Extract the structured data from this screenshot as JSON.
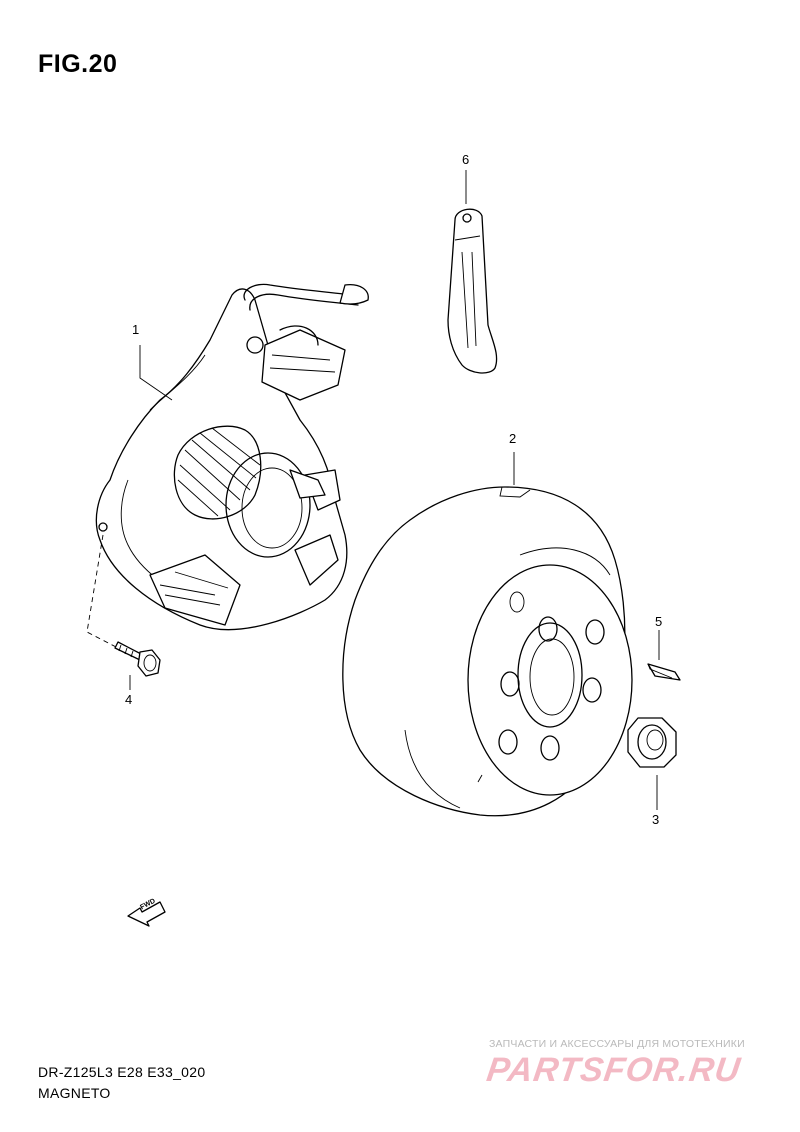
{
  "figure": {
    "title": "FIG.20"
  },
  "callouts": [
    {
      "id": "c1",
      "label": "1"
    },
    {
      "id": "c2",
      "label": "2"
    },
    {
      "id": "c3",
      "label": "3"
    },
    {
      "id": "c4",
      "label": "4"
    },
    {
      "id": "c5",
      "label": "5"
    },
    {
      "id": "c6",
      "label": "6"
    }
  ],
  "fwd_indicator": {
    "text": "FWD",
    "icon": "fwd-arrow-icon"
  },
  "footer": {
    "model_code": "DR-Z125L3 E28 E33_020",
    "section": "MAGNETO"
  },
  "watermark": {
    "tagline": "ЗАПЧАСТИ И АКСЕССУАРЫ ДЛЯ МОТОТЕХНИКИ",
    "logo": "PARTSFOR.RU"
  },
  "colors": {
    "line": "#000000",
    "background": "#ffffff",
    "watermark_logo": "#f3b9c4",
    "watermark_text": "#b9b9b9"
  }
}
